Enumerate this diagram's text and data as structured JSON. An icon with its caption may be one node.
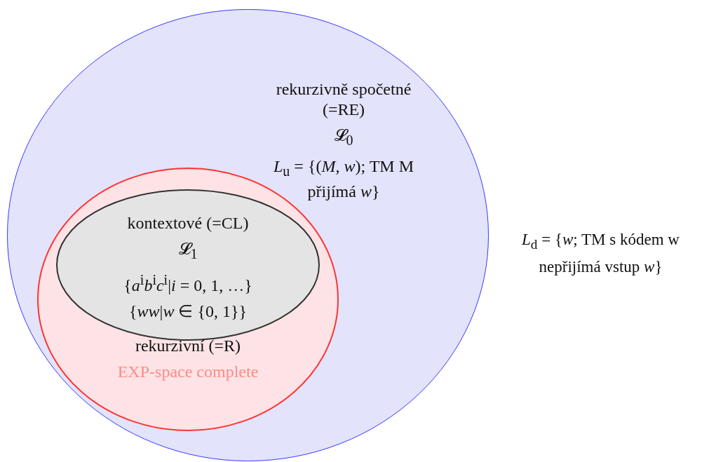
{
  "diagram": {
    "nodes": [
      {
        "text": [
          "rekurzivně spočetné (=RE)",
          "𝓛$_{0}$",
          "*L*$_{u}$ = {(*M*, *w*); TM M přijímá *w*}"
        ]
      },
      {
        "text": [
          "rekurzivní (=R)",
          "EXP-space complete"
        ],
        "in": 0
      },
      {
        "text": [
          "kontextové (=CL)",
          "𝓛$_{1}$",
          "{*a*$^{i}$*b*$^{i}$*c*$^{i}$|*i* = 0, 1, …}",
          "{*ww*|*w* ∈ {0, 1}}"
        ],
        "in": 1
      }
    ],
    "edges": [],
    "labels": [
      "*L*$_{d}$ = {*w*; TM s kódem w nepřijímá vstup *w*}"
    ]
  }
}
